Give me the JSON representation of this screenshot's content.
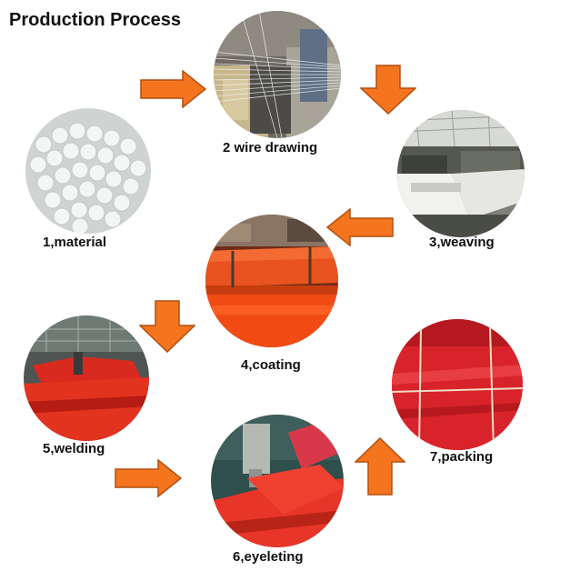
{
  "title": "Production Process",
  "steps": [
    {
      "label": "1,material",
      "icon": "plastic-pellets-photo"
    },
    {
      "label": "2 wire drawing",
      "icon": "wire-drawing-machine-photo"
    },
    {
      "label": "3,weaving",
      "icon": "weaving-loom-photo"
    },
    {
      "label": "4,coating",
      "icon": "coating-line-photo"
    },
    {
      "label": "5,welding",
      "icon": "welding-workshop-photo"
    },
    {
      "label": "6,eyeleting",
      "icon": "eyeleting-machine-photo"
    },
    {
      "label": "7,packing",
      "icon": "packed-tarpaulin-photo"
    }
  ],
  "colors": {
    "arrow": "#F5751F",
    "arrow_outline": "#B24E0D",
    "tarp_orange": "#F24B14",
    "tarp_red": "#D8232A"
  }
}
